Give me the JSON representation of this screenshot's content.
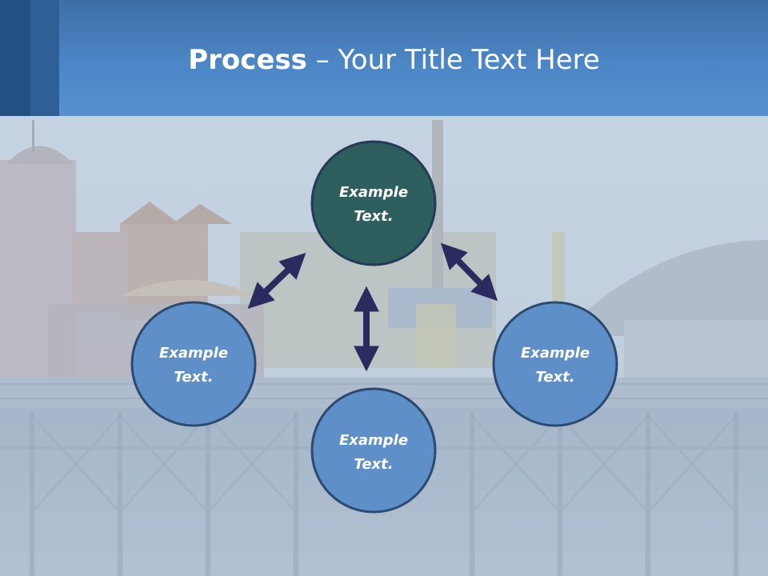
{
  "title": {
    "bold": "Process",
    "rest": " – Your Title Text Here"
  },
  "nodes": {
    "top": {
      "line1": "Example",
      "line2": "Text."
    },
    "left": {
      "line1": "Example",
      "line2": "Text."
    },
    "right": {
      "line1": "Example",
      "line2": "Text."
    },
    "bottom": {
      "line1": "Example",
      "line2": "Text."
    }
  },
  "colors": {
    "top_node": "#2e5f5e",
    "side_node": "#5f8fc8",
    "node_border": "#233b59",
    "arrow": "#2a2c5f",
    "title_bar": "#4d86c6"
  }
}
